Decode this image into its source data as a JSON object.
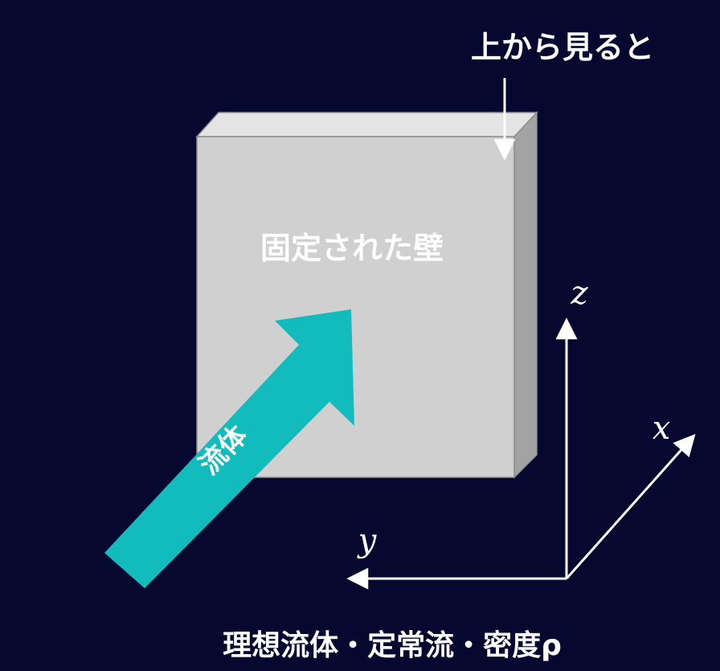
{
  "top_view_label": "上から見ると",
  "wall_label": "固定された壁",
  "fluid_label": "流体",
  "axes": {
    "z": "z",
    "x": "x",
    "y": "y"
  },
  "caption": "理想流体・定常流・密度ρ",
  "colors": {
    "background": "#070830",
    "wall_front": "#d0d0d0",
    "wall_top": "#e4e4e4",
    "wall_side": "#a3a3a3",
    "fluid_arrow": "#13bcbc",
    "text": "#ffffff"
  }
}
